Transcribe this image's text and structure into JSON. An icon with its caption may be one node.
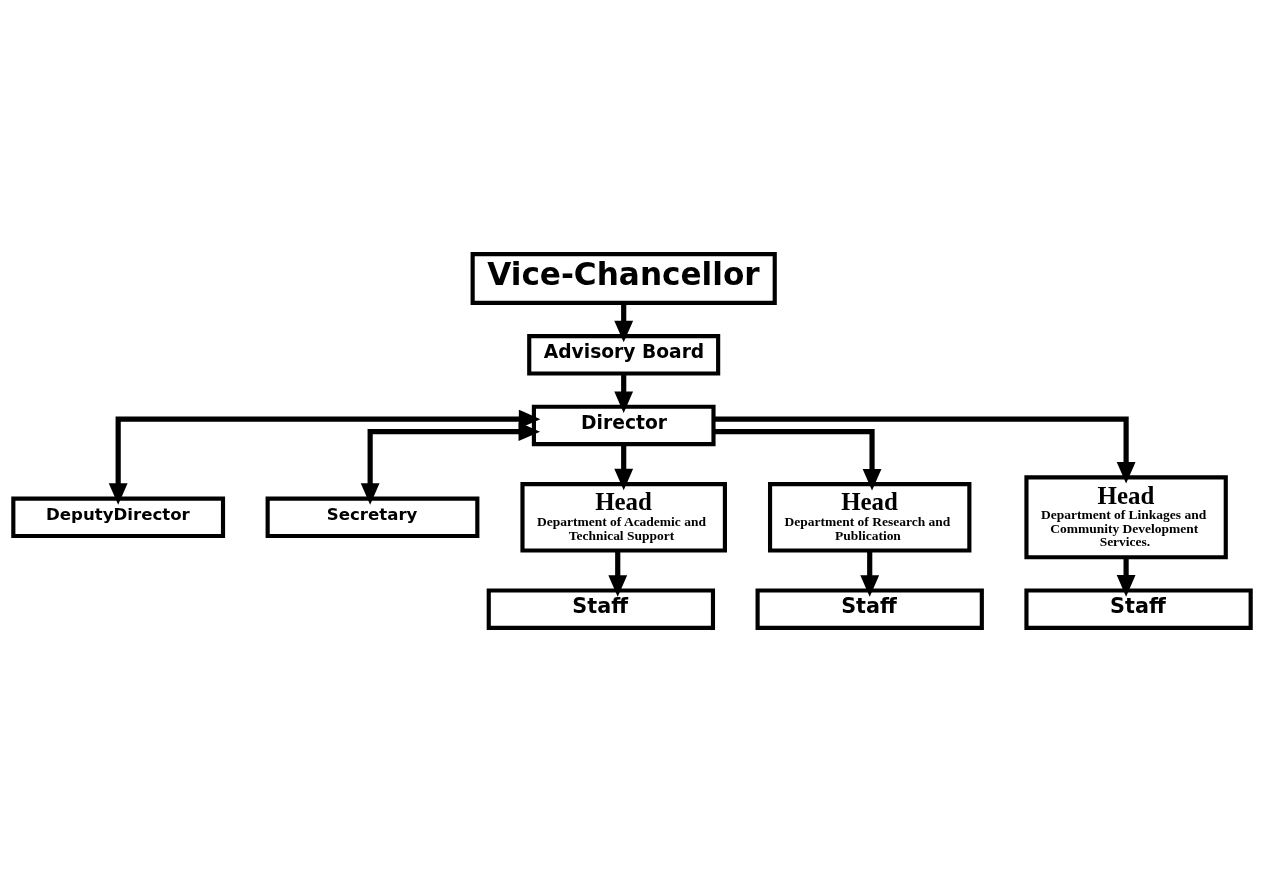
{
  "diagram": {
    "nodes": [
      {
        "text": [
          "Vice-Chancellor"
        ]
      },
      {
        "text": [
          "Advisory Board"
        ]
      },
      {
        "text": [
          "Director"
        ]
      },
      {
        "text": [
          "DeputyDirector"
        ]
      },
      {
        "text": [
          "Secretary"
        ]
      },
      {
        "text": [
          "Head",
          "Department of Academic and Technical Support"
        ]
      },
      {
        "text": [
          "Head",
          "Department of Research and Publication"
        ]
      },
      {
        "text": [
          "Head",
          "Department of Linkages and Community Development Services."
        ]
      },
      {
        "text": [
          "Staff"
        ]
      },
      {
        "text": [
          "Staff"
        ]
      },
      {
        "text": [
          "Staff"
        ]
      }
    ],
    "edges": [
      {
        "from": 0,
        "to": 1,
        "arrow": "to"
      },
      {
        "from": 1,
        "to": 2,
        "arrow": "to"
      },
      {
        "from": 2,
        "to": 3,
        "arrow": "both"
      },
      {
        "from": 2,
        "to": 4,
        "arrow": "both"
      },
      {
        "from": 2,
        "to": 5,
        "arrow": "to"
      },
      {
        "from": 2,
        "to": 6,
        "arrow": "to"
      },
      {
        "from": 2,
        "to": 7,
        "arrow": "to"
      },
      {
        "from": 5,
        "to": 8,
        "arrow": "to"
      },
      {
        "from": 6,
        "to": 9,
        "arrow": "to"
      },
      {
        "from": 7,
        "to": 10,
        "arrow": "to"
      }
    ]
  }
}
